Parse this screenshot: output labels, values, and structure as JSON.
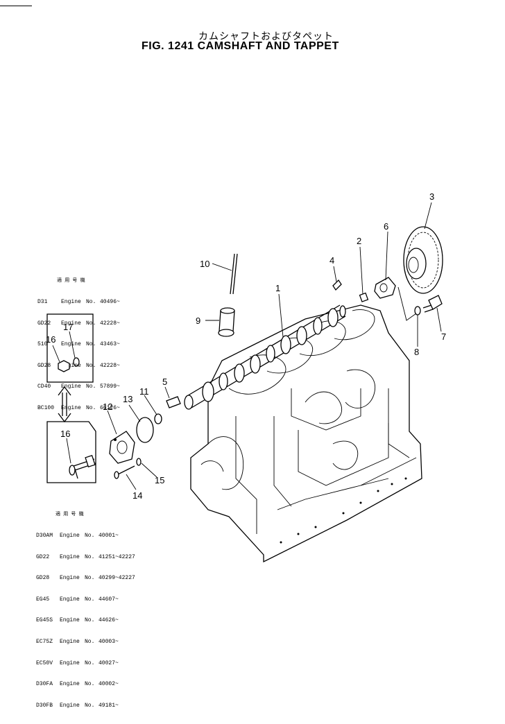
{
  "title_jp": "カムシャフトおよびタペット",
  "title_en": "FIG. 1241  CAMSHAFT AND TAPPET",
  "applicability_top": {
    "header": "適 用 号 機",
    "rows": [
      {
        "model": "D31",
        "engine": "Engine",
        "no": "No.",
        "serial": "40496~"
      },
      {
        "model": "GD22",
        "engine": "Engine",
        "no": "No.",
        "serial": "42228~"
      },
      {
        "model": "510",
        "engine": "Engine",
        "no": "No.",
        "serial": "43463~"
      },
      {
        "model": "GD28",
        "engine": "Engine",
        "no": "No.",
        "serial": "42228~"
      },
      {
        "model": "CD40",
        "engine": "Engine",
        "no": "No.",
        "serial": "57899~"
      },
      {
        "model": "BC100",
        "engine": "Engine",
        "no": "No.",
        "serial": "66126~"
      }
    ]
  },
  "applicability_bottom": {
    "header": "適 用 号 機",
    "rows": [
      {
        "model": "D30AM",
        "engine": "Engine",
        "no": "No.",
        "serial": "40001~"
      },
      {
        "model": "GD22",
        "engine": "Engine",
        "no": "No.",
        "serial": "41251~42227"
      },
      {
        "model": "GD28",
        "engine": "Engine",
        "no": "No.",
        "serial": "40299~42227"
      },
      {
        "model": "EG45",
        "engine": "Engine",
        "no": "No.",
        "serial": "44607~"
      },
      {
        "model": "EG45S",
        "engine": "Engine",
        "no": "No.",
        "serial": "44626~"
      },
      {
        "model": "EC75Z",
        "engine": "Engine",
        "no": "No.",
        "serial": "40003~"
      },
      {
        "model": "EC50V",
        "engine": "Engine",
        "no": "No.",
        "serial": "40027~"
      },
      {
        "model": "D30FA",
        "engine": "Engine",
        "no": "No.",
        "serial": "40002~"
      },
      {
        "model": "D30FB",
        "engine": "Engine",
        "no": "No.",
        "serial": "49181~"
      }
    ]
  },
  "callouts": {
    "c1": "1",
    "c2": "2",
    "c3": "3",
    "c4": "4",
    "c5": "5",
    "c6": "6",
    "c7": "7",
    "c8": "8",
    "c9": "9",
    "c10": "10",
    "c11": "11",
    "c12": "12",
    "c13": "13",
    "c14": "14",
    "c15": "15",
    "c16a": "16",
    "c16b": "16",
    "c17": "17"
  }
}
